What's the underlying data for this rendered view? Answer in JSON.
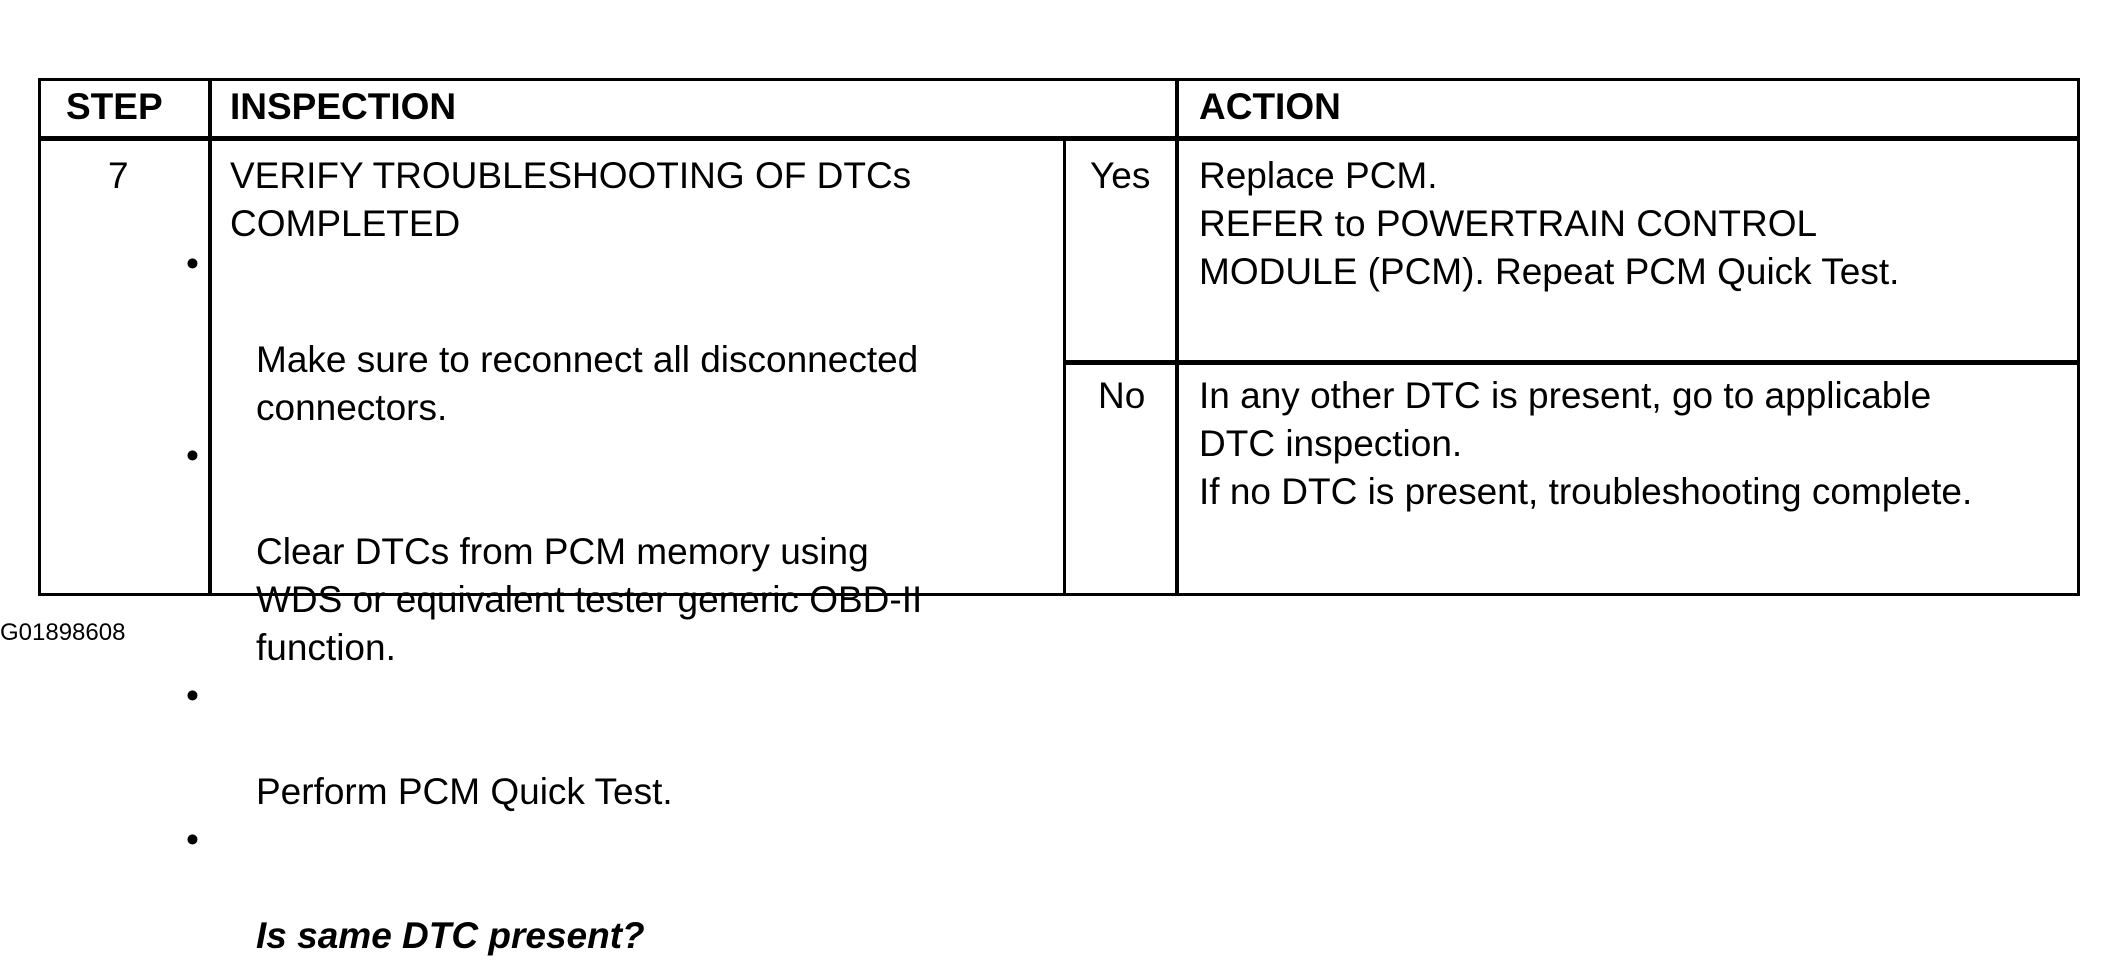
{
  "headers": {
    "step": "STEP",
    "inspection": "INSPECTION",
    "action": "ACTION"
  },
  "row": {
    "step_number": "7",
    "inspection_title_line1": "VERIFY TROUBLESHOOTING OF DTCs",
    "inspection_title_line2": "COMPLETED",
    "bullets": [
      {
        "text": "Make sure to reconnect all disconnected\nconnectors.",
        "bold": false
      },
      {
        "text": "Clear DTCs from PCM memory using\nWDS or equivalent tester generic OBD-II\nfunction.",
        "bold": false
      },
      {
        "text": "Perform PCM Quick Test.",
        "bold": false
      },
      {
        "text": "Is same DTC present?",
        "bold": true
      }
    ],
    "bullet_symbol": "•",
    "yes": {
      "label": "Yes",
      "action_lines": [
        "Replace PCM.",
        "REFER to POWERTRAIN CONTROL",
        "MODULE (PCM).  Repeat PCM Quick Test."
      ]
    },
    "no": {
      "label": "No",
      "action_lines": [
        "In any other DTC is present, go to applicable",
        "DTC inspection.",
        "If no DTC is present, troubleshooting complete."
      ]
    }
  },
  "figure_code": "G01898608"
}
